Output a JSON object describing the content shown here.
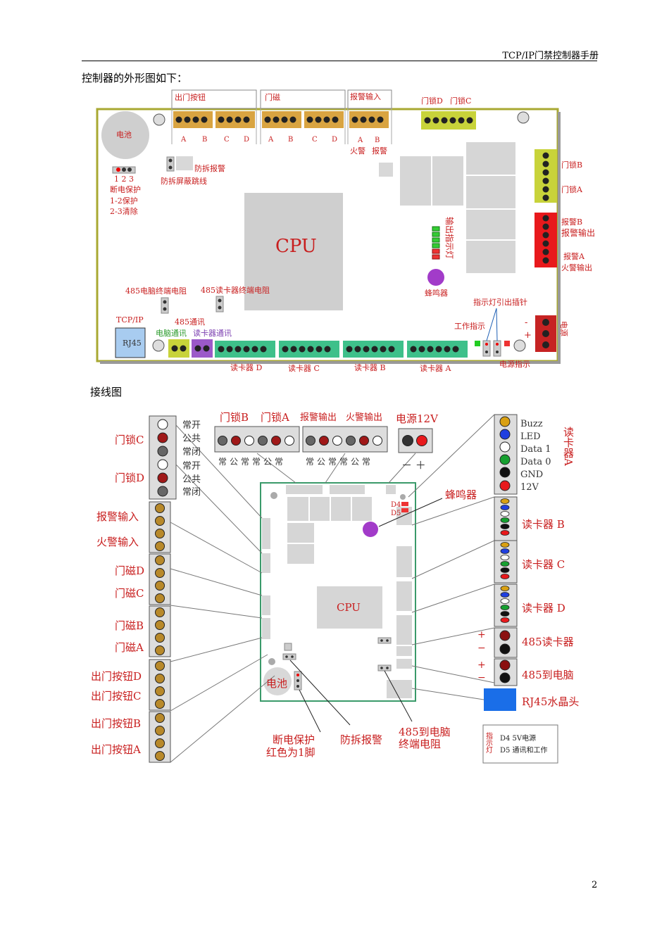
{
  "header": {
    "title": "TCP/IP门禁控制器手册"
  },
  "caption1": "控制器的外形图如下：",
  "caption2": "接线图",
  "page_number": "2",
  "colors": {
    "terminal_orange": "#d9a441",
    "terminal_green": "#3ec08a",
    "terminal_yellow": "#c8d33a",
    "terminal_red": "#e8191c",
    "board": "#ffffff",
    "board_border": "#a8a832",
    "label_red": "#c81e1e"
  },
  "board1": {
    "exit_button_label": "出门按钮",
    "door_sensor_label": "门磁",
    "alarm_input_label": "报警输入",
    "lock_d_label": "门锁D",
    "lock_c_label": "门锁C",
    "battery": "电池",
    "pins_123": "1 2 3",
    "power_protect": "断电保护",
    "protect_12": "1-2保护",
    "protect_23": "2-3清除",
    "tamper_alarm": "防拆报警",
    "tamper_jumper": "防拆屏蔽跳线",
    "abcd": [
      "A",
      "B",
      "C",
      "D"
    ],
    "ab": [
      "A",
      "B"
    ],
    "fire_alarm": "火警",
    "alarm": "报警",
    "cpu": "CPU",
    "output_indicator": "输出指示灯",
    "buzzer": "蜂鸣器",
    "lock_b": "门锁B",
    "lock_a": "门锁A",
    "alarm_b": "报警B",
    "alarm_output": "报警输出",
    "alarm_a": "报警A",
    "fire_output": "火警输出",
    "r485_pc_term": "485电脑终端电阻",
    "r485_reader_term": "485读卡器终端电阻",
    "tcpip": "TCP/IP",
    "rj45": "RJ45",
    "comm485": "485通讯",
    "pc_comm": "电脑通讯",
    "reader_comm": "读卡器通讯",
    "reader_d": "读卡器 D",
    "reader_c": "读卡器 C",
    "reader_b": "读卡器 B",
    "reader_a": "读卡器 A",
    "indicator_pins": "指示灯引出插针",
    "work_indicator": "工作指示",
    "power_indicator": "电源指示",
    "power": "电源",
    "minus": "-",
    "plus": "+"
  },
  "wiring": {
    "lock_c": "门锁C",
    "lock_d": "门锁D",
    "nc_no": [
      "常开",
      "公共",
      "常闭"
    ],
    "alarm_input": "报警输入",
    "fire_input": "火警输入",
    "door_d": "门磁D",
    "door_c": "门磁C",
    "door_b": "门磁B",
    "door_a": "门磁A",
    "exit_d": "出门按钮D",
    "exit_c": "出门按钮C",
    "exit_b": "出门按钮B",
    "exit_a": "出门按钮A",
    "top_lock_b": "门锁B",
    "top_lock_a": "门锁A",
    "top_alarm_out": "报警输出",
    "top_fire_out": "火警输出",
    "power12v": "电源12V",
    "top_sub": "常公常常公常",
    "minus_plus": "－  ＋",
    "buzzer": "蜂鸣器",
    "d4": "D4",
    "d5": "D5",
    "cpu": "CPU",
    "battery": "电池",
    "reader_pins": [
      "Buzz",
      "LED",
      "Data 1",
      "Data 0",
      "GND",
      "12V"
    ],
    "reader_a": "读卡器A",
    "reader_b": "读卡器 B",
    "reader_c": "读卡器 C",
    "reader_d": "读卡器 D",
    "r485_reader": "485读卡器",
    "r485_pc": "485到电脑",
    "rj45": "RJ45水晶头",
    "power_protect": "断电保护",
    "red_pin1": "红色为1脚",
    "tamper": "防拆报警",
    "r485_term1": "485到电脑",
    "r485_term2": "终端电阻",
    "legend_title": "指示灯",
    "legend_d4": "D4  5V电源",
    "legend_d5": "D5  通讯和工作"
  }
}
